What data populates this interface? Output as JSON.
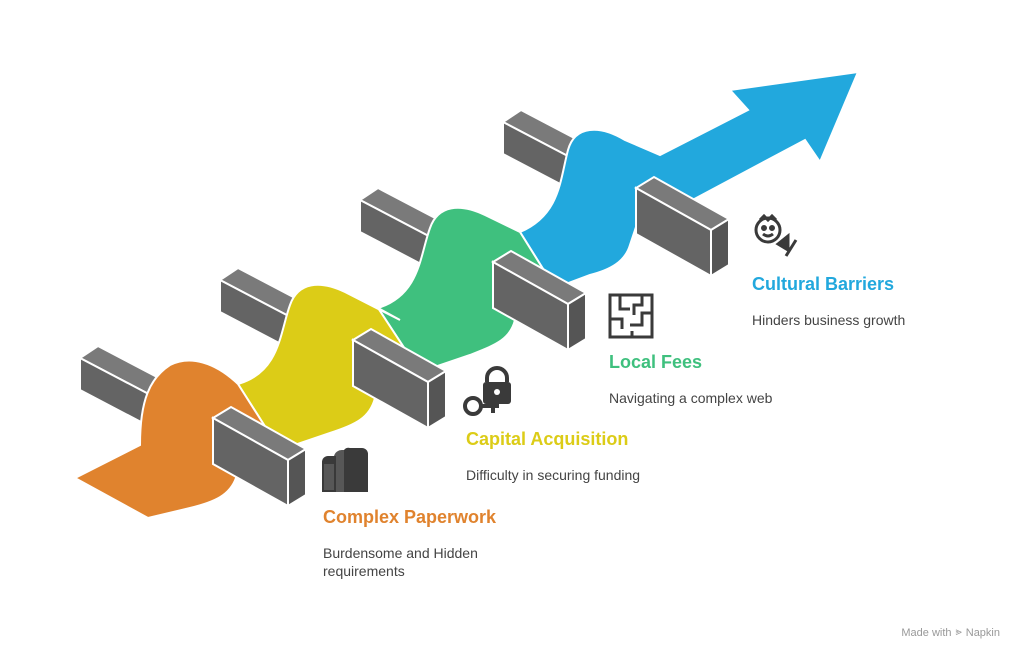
{
  "colors": {
    "orange": "#E0832E",
    "yellow": "#DCCC17",
    "green": "#3FC07E",
    "blue": "#22A8DD",
    "barrier": "#646464",
    "icon": "#3A3A3A"
  },
  "steps": [
    {
      "title": "Complex Paperwork",
      "description": "Burdensome and Hidden requirements",
      "icon": "documents-icon",
      "color": "#E0832E"
    },
    {
      "title": "Capital Acquisition",
      "description": "Difficulty in securing funding",
      "icon": "key-lock-icon",
      "color": "#DCCC17"
    },
    {
      "title": "Local Fees",
      "description": "Navigating a complex web",
      "icon": "maze-icon",
      "color": "#3FC07E"
    },
    {
      "title": "Cultural Barriers",
      "description": "Hinders business growth",
      "icon": "person-speech-icon",
      "color": "#22A8DD"
    }
  ],
  "footer": {
    "made_with": "Made with",
    "brand": "Napkin"
  }
}
